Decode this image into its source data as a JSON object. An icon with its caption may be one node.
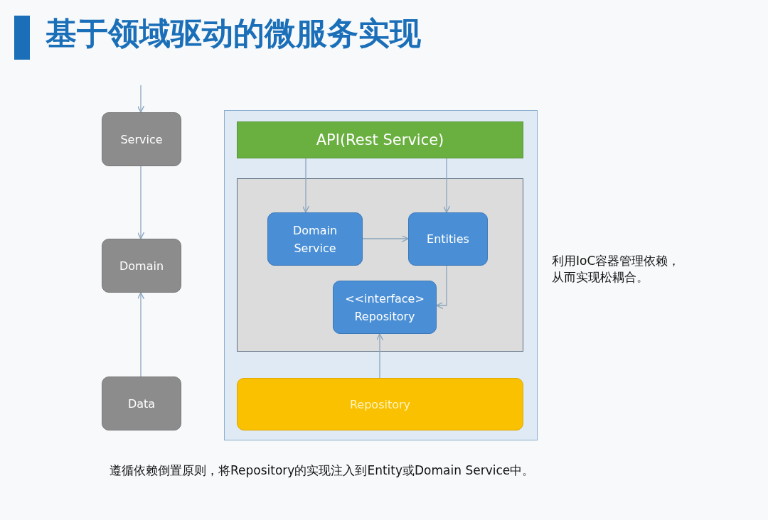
{
  "diagram": {
    "title": "基于领域驱动的微服务实现",
    "nodes": [
      {
        "text": [
          "Service"
        ]
      },
      {
        "text": [
          "Domain"
        ]
      },
      {
        "text": [
          "Data"
        ]
      },
      {
        "text": [],
        "shape": "box"
      },
      {
        "text": [
          "API(Rest Service)"
        ],
        "in": 3
      },
      {
        "text": [],
        "shape": "box",
        "in": 3
      },
      {
        "text": [
          "Domain Service"
        ],
        "in": 5
      },
      {
        "text": [
          "Entities"
        ],
        "in": 5
      },
      {
        "text": [
          "<<interface> Repository"
        ],
        "in": 5
      },
      {
        "text": [
          "Repository"
        ],
        "in": 3
      }
    ],
    "edges": [
      {
        "from": null,
        "to": 0,
        "arrow": "to"
      },
      {
        "from": 0,
        "to": 1,
        "arrow": "to"
      },
      {
        "from": 2,
        "to": 1,
        "arrow": "to"
      },
      {
        "from": 4,
        "to": 6,
        "arrow": "to"
      },
      {
        "from": 4,
        "to": 7,
        "arrow": "to"
      },
      {
        "from": 6,
        "to": 7,
        "arrow": "to"
      },
      {
        "from": 7,
        "to": 8,
        "arrow": "to"
      },
      {
        "from": 9,
        "to": 8,
        "arrow": "to"
      }
    ],
    "labels": [
      "利用IoC容器管理依赖，从而实现松耦合。",
      "遵循依赖倒置原则，将Repository的实现注入到Entity或Domain Service中。"
    ]
  }
}
